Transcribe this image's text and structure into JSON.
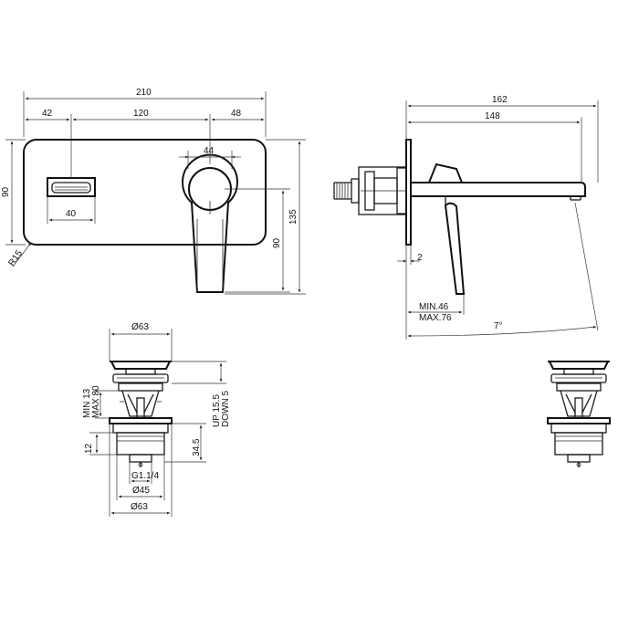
{
  "front_view": {
    "dim_total_width": "210",
    "dim_left_offset": "42",
    "dim_center": "120",
    "dim_right_offset": "48",
    "dim_handle_width": "44",
    "dim_spout_width": "40",
    "dim_height_left": "90",
    "dim_height_handle": "90",
    "dim_total_height": "135",
    "dim_radius": "R15"
  },
  "side_view": {
    "dim_total_projection": "162",
    "dim_spout_projection": "148",
    "dim_plate": "2",
    "dim_wall_min": "MIN.46",
    "dim_wall_max": "MAX.76",
    "dim_angle": "7°"
  },
  "drain_view": {
    "dim_cap_diameter": "Ø63",
    "dim_min_max_min": "MIN 13",
    "dim_min_max_max": "MAX 80",
    "dim_up": "UP 15.5",
    "dim_down": "DOWN 5",
    "dim_thread_height": "12",
    "dim_body_height": "34.5",
    "dim_thread": "G1.1/4",
    "dim_body_diameter": "Ø45",
    "dim_flange_diameter": "Ø63"
  }
}
